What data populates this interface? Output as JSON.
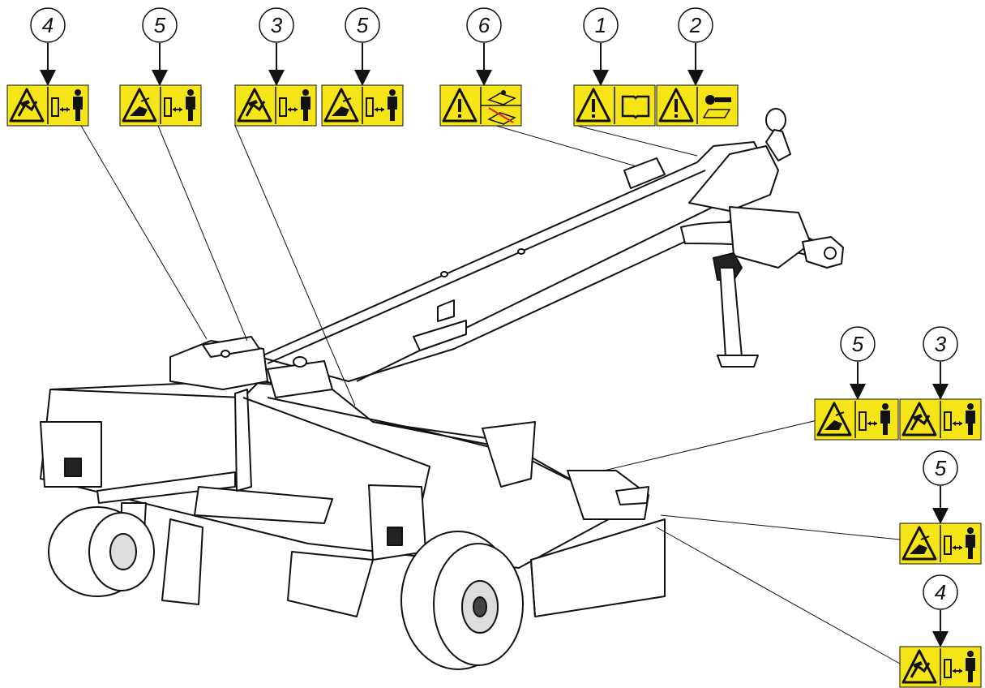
{
  "callouts": [
    {
      "id": "c1",
      "number": "4",
      "decal": "crush-arm",
      "name": "decal-crush-hazard"
    },
    {
      "id": "c2",
      "number": "5",
      "decal": "hand",
      "name": "decal-hand-hazard"
    },
    {
      "id": "c3",
      "number": "3",
      "decal": "crush-arm",
      "name": "decal-crush-hazard"
    },
    {
      "id": "c4",
      "number": "5",
      "decal": "hand",
      "name": "decal-hand-hazard"
    },
    {
      "id": "c5",
      "number": "6",
      "decal": "oil",
      "name": "decal-lubrication"
    },
    {
      "id": "c6",
      "number": "1",
      "decal": "manual",
      "name": "decal-read-manual"
    },
    {
      "id": "c7",
      "number": "2",
      "decal": "hitch",
      "name": "decal-hitch-info"
    },
    {
      "id": "c8",
      "number": "5",
      "decal": "hand",
      "name": "decal-hand-hazard"
    },
    {
      "id": "c9",
      "number": "3",
      "decal": "crush-arm",
      "name": "decal-crush-hazard"
    },
    {
      "id": "c10",
      "number": "5",
      "decal": "hand",
      "name": "decal-hand-hazard"
    },
    {
      "id": "c11",
      "number": "4",
      "decal": "crush-arm",
      "name": "decal-crush-hazard"
    }
  ],
  "colors": {
    "decal_yellow": "#F6E516",
    "ink": "#111111",
    "machine_fill": "#ffffff"
  }
}
